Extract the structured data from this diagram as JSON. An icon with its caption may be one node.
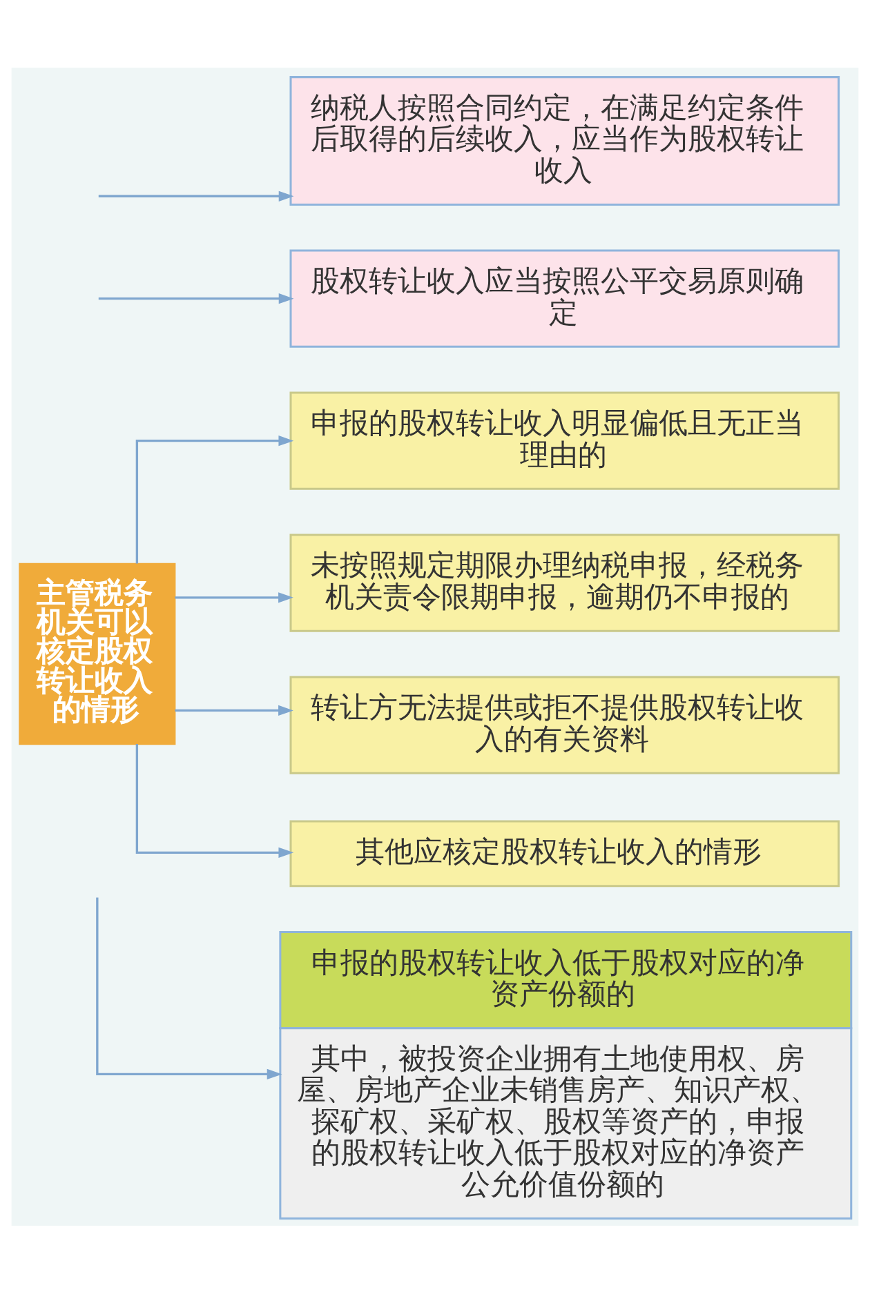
{
  "diagram": {
    "nodes": [
      {
        "text": [
          "纳税人按照合同约定，在满足约定条件后取得的后续收入，应当作为股权转让收入"
        ]
      },
      {
        "text": [
          "股权转让收入应当按照公平交易原则确定"
        ]
      },
      {
        "text": [
          "主管税务机关可以核定股权转让收入的情形"
        ]
      },
      {
        "text": [
          "申报的股权转让收入明显偏低且无正当理由的"
        ]
      },
      {
        "text": [
          "未按照规定期限办理纳税申报，经税务机关责令限期申报，逾期仍不申报的"
        ]
      },
      {
        "text": [
          "转让方无法提供或拒不提供股权转让收入的有关资料"
        ]
      },
      {
        "text": [
          "其他应核定股权转让收入的情形"
        ]
      },
      {
        "text": [
          "申报的股权转让收入低于股权对应的净资产份额的",
          "其中，被投资企业拥有土地使用权、房屋、房地产企业未销售房产、知识产权、探矿权、采矿权、股权等资产的，申报的股权转让收入低于股权对应的净资产公允价值份额的"
        ]
      }
    ],
    "edges": [
      {
        "from": null,
        "to": 0,
        "arrow": "to"
      },
      {
        "from": null,
        "to": 1,
        "arrow": "to"
      },
      {
        "from": 2,
        "to": 3,
        "arrow": "to"
      },
      {
        "from": 2,
        "to": 4,
        "arrow": "to"
      },
      {
        "from": 2,
        "to": 5,
        "arrow": "to"
      },
      {
        "from": 2,
        "to": 6,
        "arrow": "to"
      },
      {
        "from": null,
        "to": 7,
        "arrow": "to"
      }
    ]
  }
}
